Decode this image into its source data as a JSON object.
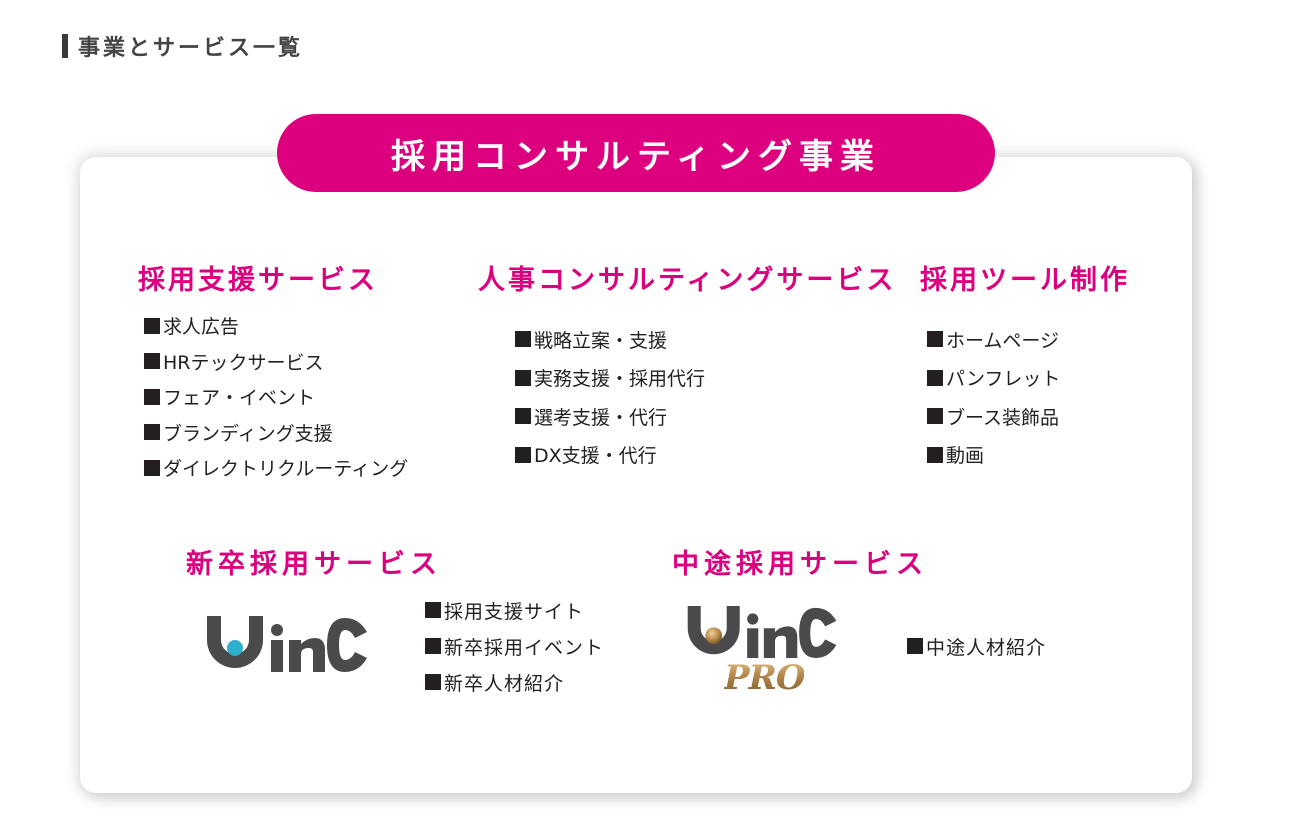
{
  "page": {
    "heading": "事業とサービス一覧"
  },
  "colors": {
    "accent": "#dc007f",
    "text": "#231f20",
    "logo_gray": "#4a4a4c",
    "logo_blue": "#2fb0cc",
    "logo_gold": "#b98a4a"
  },
  "banner": {
    "title": "採用コンサルティング事業"
  },
  "sections": {
    "recruit_support": {
      "title": "採用支援サービス",
      "items": [
        "求人広告",
        "HRテックサービス",
        "フェア・イベント",
        "ブランディング支援",
        "ダイレクトリクルーティング"
      ]
    },
    "hr_consulting": {
      "title": "人事コンサルティングサービス",
      "items": [
        "戦略立案・支援",
        "実務支援・採用代行",
        "選考支援・代行",
        "DX支援・代行"
      ]
    },
    "recruit_tools": {
      "title": "採用ツール制作",
      "items": [
        "ホームページ",
        "パンフレット",
        "ブース装飾品",
        "動画"
      ]
    },
    "new_grad": {
      "title": "新卒採用サービス",
      "logo": "WinC",
      "items": [
        "採用支援サイト",
        "新卒採用イベント",
        "新卒人材紹介"
      ]
    },
    "mid_career": {
      "title": "中途採用サービス",
      "logo": "WinC",
      "logo_sub": "PRO",
      "items": [
        "中途人材紹介"
      ]
    }
  }
}
